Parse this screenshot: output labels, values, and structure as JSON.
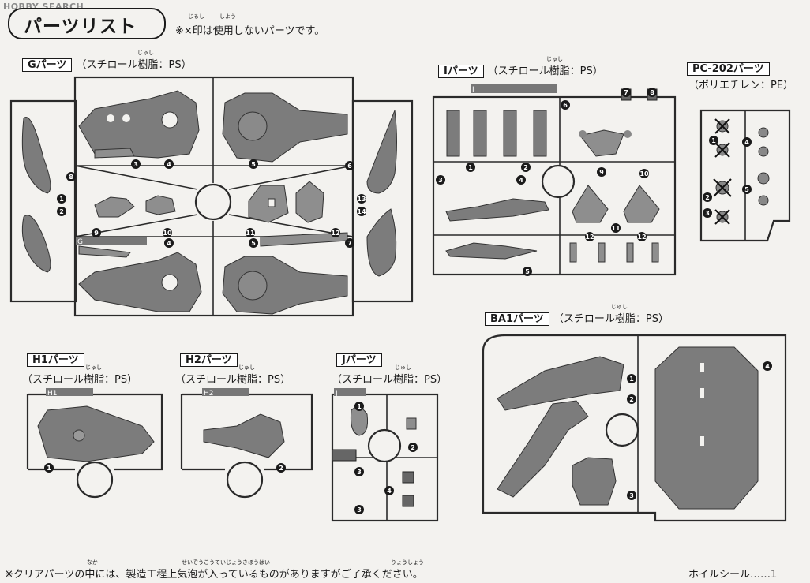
{
  "watermark": "HOBBY SEARCH",
  "header": {
    "title": "パーツリスト",
    "note": "※×印は使用しないパーツです。",
    "note_ruby": [
      "じるし",
      "しよう"
    ]
  },
  "sections": {
    "G": {
      "label": "Gパーツ",
      "material": "（スチロール樹脂：PS）",
      "ruby": "じゅし",
      "runner_tag": "G",
      "numbers": [
        "1",
        "2",
        "3",
        "4",
        "5",
        "6",
        "7",
        "8",
        "9",
        "10",
        "11",
        "12",
        "13",
        "14"
      ]
    },
    "I": {
      "label": "Iパーツ",
      "material": "（スチロール樹脂：PS）",
      "ruby": "じゅし",
      "runner_tag": "I",
      "numbers": [
        "1",
        "2",
        "3",
        "4",
        "5",
        "6",
        "7",
        "8",
        "9",
        "10",
        "11",
        "12"
      ]
    },
    "PC202": {
      "label": "PC-202パーツ",
      "material": "（ポリエチレン：PE）",
      "numbers": [
        "1",
        "2",
        "3",
        "4",
        "5"
      ]
    },
    "H1": {
      "label": "H1パーツ",
      "material": "（スチロール樹脂：PS）",
      "ruby": "じゅし",
      "runner_tag": "H1",
      "numbers": [
        "1"
      ]
    },
    "H2": {
      "label": "H2パーツ",
      "material": "（スチロール樹脂：PS）",
      "ruby": "じゅし",
      "runner_tag": "H2",
      "numbers": [
        "2"
      ]
    },
    "J": {
      "label": "Jパーツ",
      "material": "（スチロール樹脂：PS）",
      "ruby": "じゅし",
      "runner_tag": "J",
      "numbers": [
        "1",
        "2",
        "3",
        "4",
        "3"
      ]
    },
    "BA1": {
      "label": "BA1パーツ",
      "material": "（スチロール樹脂：PS）",
      "ruby": "じゅし",
      "numbers": [
        "1",
        "2",
        "3",
        "4"
      ]
    }
  },
  "footer": {
    "note": "※クリアパーツの中には、製造工程上気泡が入っているものがありますがご了承ください。",
    "ruby": [
      "なか",
      "せいぞうこうていじょうきほう",
      "はい",
      "りょうしょう"
    ],
    "wheel_seal": "ホイルシール……1"
  },
  "colors": {
    "ink": "#1a1a1a",
    "part_gray": "#7c7c7c",
    "paper": "#f3f2ef"
  }
}
